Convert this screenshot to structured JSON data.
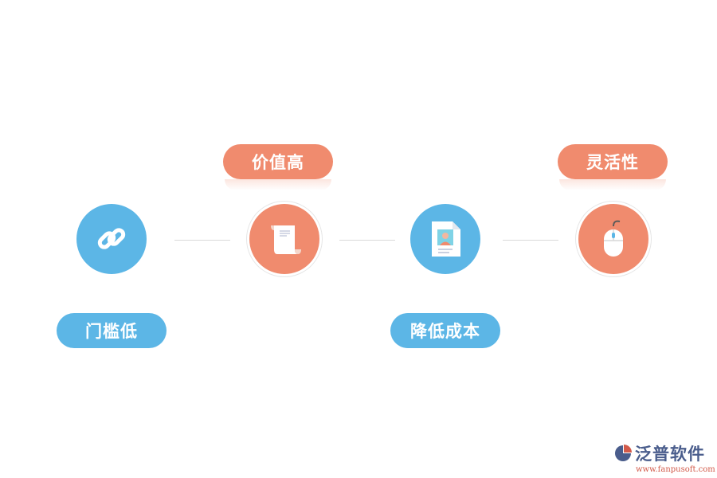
{
  "diagram": {
    "steps": [
      {
        "label": "门槛低",
        "color": "#5cb6e6",
        "icon": "chain-link-icon"
      },
      {
        "label": "价值高",
        "color": "#f08b6e",
        "icon": "scroll-document-icon"
      },
      {
        "label": "降低成本",
        "color": "#5cb6e6",
        "icon": "id-card-document-icon"
      },
      {
        "label": "灵活性",
        "color": "#f08b6e",
        "icon": "computer-mouse-icon"
      }
    ]
  },
  "brand": {
    "name": "泛普软件",
    "url": "www.fanpusoft.com"
  }
}
